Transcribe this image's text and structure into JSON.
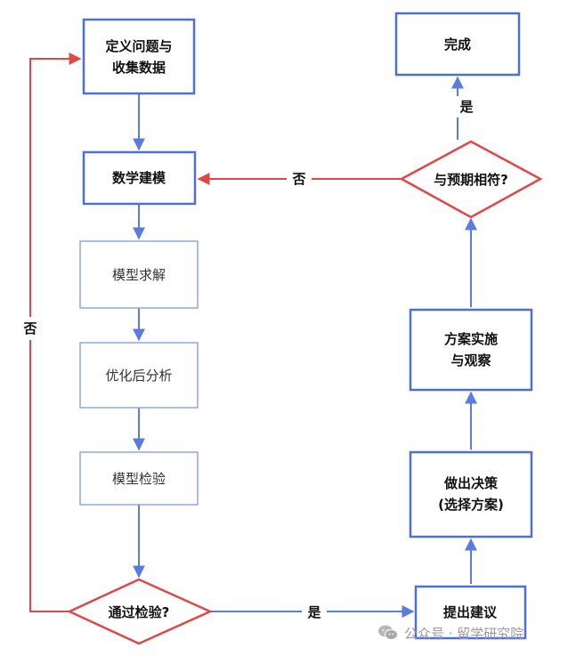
{
  "nodes": {
    "define": {
      "line1": "定义问题与",
      "line2": "收集数据"
    },
    "model": {
      "label": "数学建模"
    },
    "solve": {
      "label": "模型求解"
    },
    "analyze": {
      "label": "优化后分析"
    },
    "verify": {
      "label": "模型检验"
    },
    "pass_check": {
      "label": "通过检验?"
    },
    "suggest": {
      "label": "提出建议"
    },
    "decide": {
      "line1": "做出决策",
      "line2": "(选择方案)"
    },
    "implement": {
      "line1": "方案实施",
      "line2": "与观察"
    },
    "expected": {
      "label": "与预期相符?"
    },
    "done": {
      "label": "完成"
    }
  },
  "edges": {
    "yes_pass": "是",
    "no_pass": "否",
    "yes_expected": "是",
    "no_expected": "否"
  },
  "watermark": {
    "text": "公众号 · 留学研究院",
    "icon": "wechat-icon"
  },
  "colors": {
    "flow_blue": "#5a7be0",
    "box_blue": "#4f6fd8",
    "no_red": "#e04848"
  }
}
